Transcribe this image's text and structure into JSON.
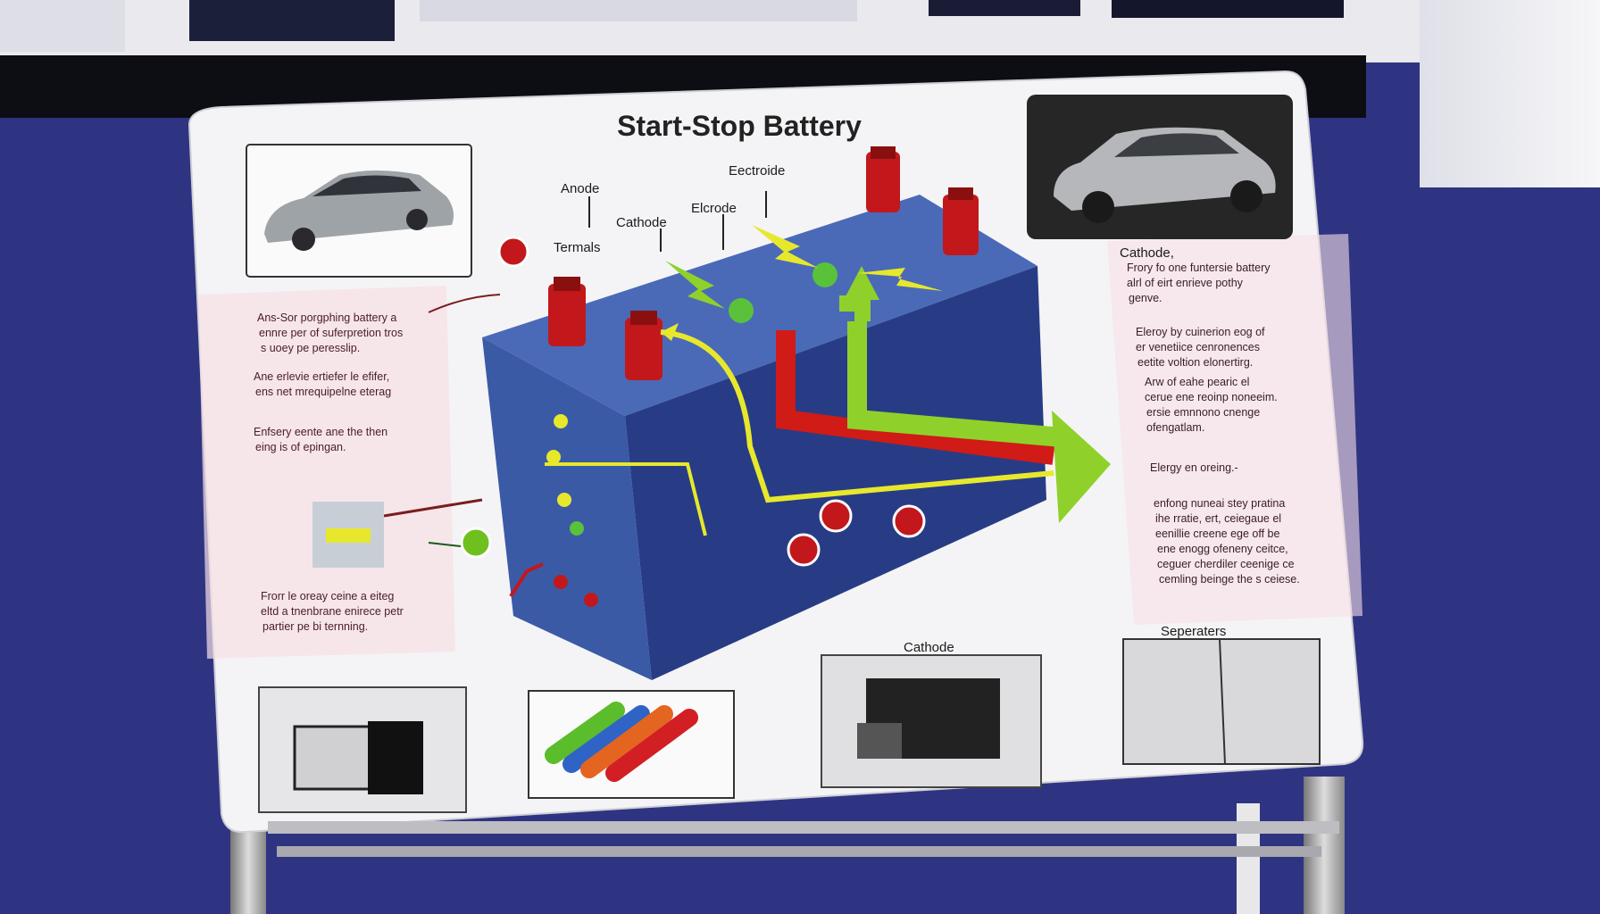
{
  "sign": {
    "title": "Start-Stop Battery",
    "labels": {
      "anode": "Anode",
      "cathode_top": "Cathode",
      "terminals": "Termals",
      "electrolyte": "Eectroide",
      "electrode": "Elcrode",
      "cathode_right": "Cathode,",
      "cathode_bottom": "Cathode",
      "separators": "Seperaters"
    },
    "left_text": [
      [
        "Ans-Sor porgphing battery a",
        "ennre per of suferpretion tros",
        "s uoey pe peresslip."
      ],
      [
        "Ane erlevie ertiefer le efifer,",
        "ens net mrequipelne eterag"
      ],
      [
        "Enfsery eente ane the then",
        "eing is of epingan."
      ],
      [
        "Frorr le oreay ceine a eiteg",
        "eltd a tnenbrane enirece petr",
        "partier pe bi ternning."
      ]
    ],
    "right_text": [
      [
        "Frory fo one funtersie battery",
        "alrl of eirt enrieve pothy",
        "genve."
      ],
      [
        "Eleroy by cuinerion eog of",
        "er venetiice cenronences",
        "eetite voltion elonertirg."
      ],
      [
        "Arw of eahe pearic el",
        "cerue ene reoinp noneeim.",
        "ersie emnnono cnenge",
        "ofengatlam."
      ],
      [
        "Elergy en oreing.-"
      ],
      [
        "enfong nuneai stey pratina",
        "ihe rratie, ert, ceiegaue el",
        "eenillie creene ege off be",
        "ene enogg ofeneny ceitce,",
        "ceguer cherdiler ceenige ce",
        "cemling beinge the s ceiese."
      ]
    ]
  },
  "colors": {
    "background": "#2f3482",
    "panel": "#f4f4f6",
    "battery_front": "#3b5aa6",
    "battery_side": "#283c86",
    "battery_top": "#4a6ab8",
    "terminal": "#c2181c",
    "flow_red": "#d01b16",
    "flow_green": "#8fd12a",
    "flow_yellow": "#e7e82c"
  }
}
